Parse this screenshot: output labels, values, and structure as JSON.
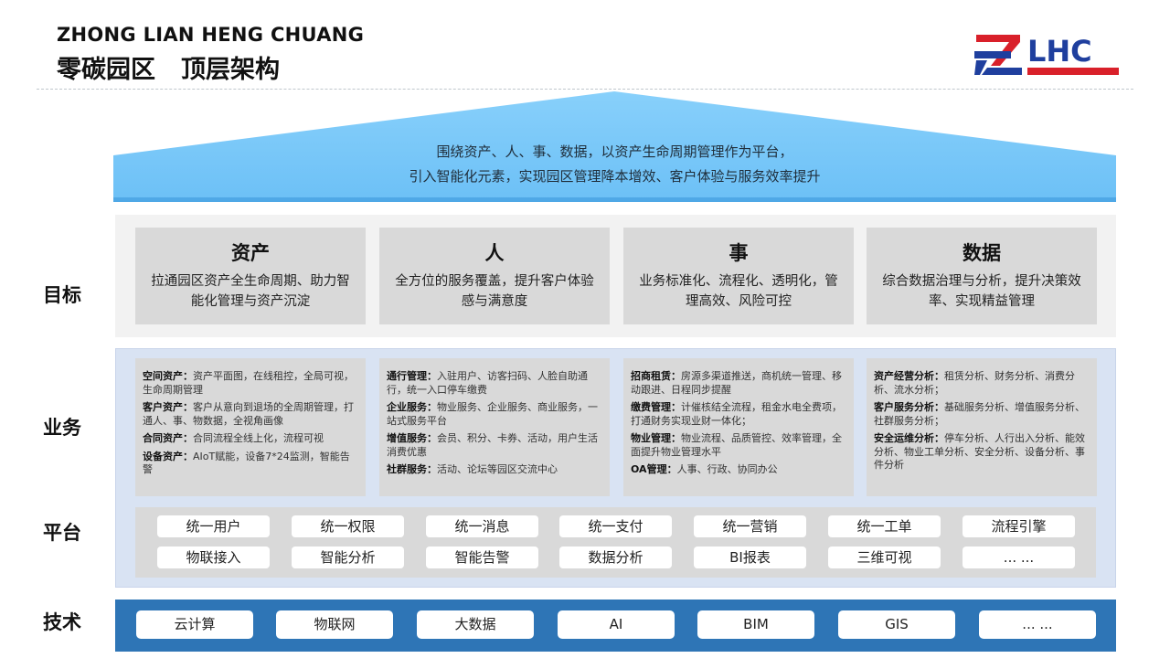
{
  "header": {
    "title_en": "ZHONG LIAN HENG CHUANG",
    "title_cn_1": "零碳园区",
    "title_cn_2": "顶层架构",
    "logo_text": "LHC"
  },
  "roof": {
    "line1": "围绕资产、人、事、数据，以资产生命周期管理作为平台，",
    "line2": "引入智能化元素，实现园区管理降本增效、客户体验与服务效率提升"
  },
  "side_labels": {
    "goal": "目标",
    "business": "业务",
    "platform": "平台",
    "tech": "技术"
  },
  "goals": [
    {
      "title": "资产",
      "desc": "拉通园区资产全生命周期、助力智能化管理与资产沉淀"
    },
    {
      "title": "人",
      "desc": "全方位的服务覆盖，提升客户体验感与满意度"
    },
    {
      "title": "事",
      "desc": "业务标准化、流程化、透明化，管理高效、风险可控"
    },
    {
      "title": "数据",
      "desc": "综合数据治理与分析，提升决策效率、实现精益管理"
    }
  ],
  "business": [
    {
      "items": [
        {
          "k": "空间资产：",
          "v": "资产平面图，在线租控，全局可视，生命周期管理"
        },
        {
          "k": "客户资产：",
          "v": "客户从意向到退场的全周期管理，打通人、事、物数据，全视角画像"
        },
        {
          "k": "合同资产：",
          "v": "合同流程全线上化，流程可视"
        },
        {
          "k": "设备资产：",
          "v": "AIoT赋能，设备7*24监测，智能告警"
        }
      ]
    },
    {
      "items": [
        {
          "k": "通行管理：",
          "v": "入驻用户、访客扫码、人脸自助通行，统一入口停车缴费"
        },
        {
          "k": "企业服务：",
          "v": "物业服务、企业服务、商业服务，一站式服务平台"
        },
        {
          "k": "增值服务：",
          "v": "会员、积分、卡券、活动，用户生活消费优惠"
        },
        {
          "k": "社群服务：",
          "v": "活动、论坛等园区交流中心"
        }
      ]
    },
    {
      "items": [
        {
          "k": "招商租赁：",
          "v": "房源多渠道推送，商机统一管理、移动跟进、日程同步提醒"
        },
        {
          "k": "缴费管理：",
          "v": "计催核结全流程，租金水电全费项，打通财务实现业财一体化；"
        },
        {
          "k": "物业管理：",
          "v": "物业流程、品质管控、效率管理，全面提升物业管理水平"
        },
        {
          "k": "OA管理：",
          "v": "人事、行政、协同办公"
        }
      ]
    },
    {
      "items": [
        {
          "k": "资产经营分析：",
          "v": "租赁分析、财务分析、消费分析、流水分析；"
        },
        {
          "k": "客户服务分析：",
          "v": "基础服务分析、增值服务分析、社群服务分析；"
        },
        {
          "k": "安全运维分析：",
          "v": "停车分析、人行出入分析、能效分析、物业工单分析、安全分析、设备分析、事件分析"
        }
      ]
    }
  ],
  "platform": {
    "row1": [
      "统一用户",
      "统一权限",
      "统一消息",
      "统一支付",
      "统一营销",
      "统一工单",
      "流程引擎"
    ],
    "row2": [
      "物联接入",
      "智能分析",
      "智能告警",
      "数据分析",
      "BI报表",
      "三维可视",
      "... ..."
    ]
  },
  "tech": [
    "云计算",
    "物联网",
    "大数据",
    "AI",
    "BIM",
    "GIS",
    "... ..."
  ],
  "colors": {
    "roof": "#7cc8f8",
    "roof_base": "#5cb6f0",
    "tech_band": "#2e75b6",
    "biz_band": "#d9e3f3",
    "logo_red": "#d9202a",
    "logo_blue": "#1f3f9e"
  }
}
